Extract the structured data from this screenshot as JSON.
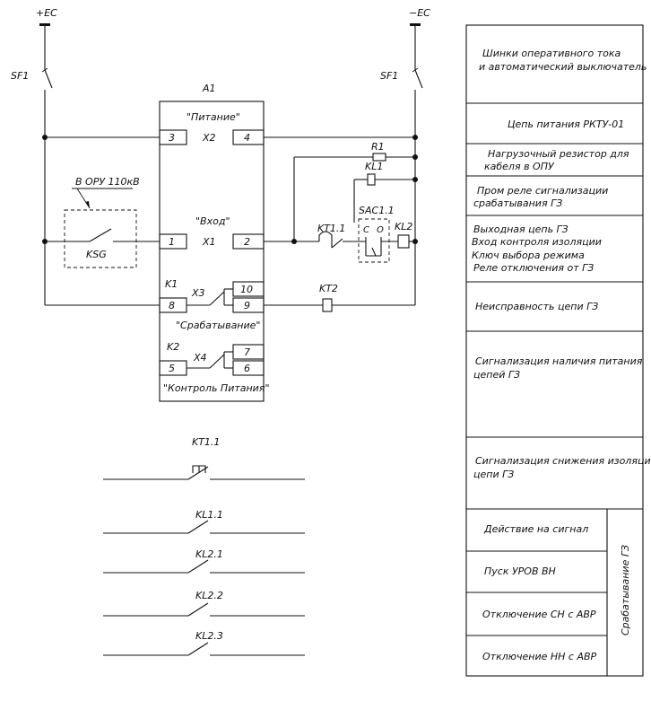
{
  "bus": {
    "plus": "+EC",
    "minus": "−EC"
  },
  "breakers": {
    "left": "SF1",
    "right": "SF1"
  },
  "device": {
    "name": "A1",
    "power_label": "\"Питание\"",
    "input_label": "\"Вход\"",
    "trip_label": "\"Срабатывание\"",
    "monitor_label": "\"Контроль Питания\"",
    "x2": "X2",
    "x1": "X1",
    "x3": "X3",
    "x4": "X4",
    "k1": "K1",
    "k2": "K2",
    "t3": "3",
    "t4": "4",
    "t1": "1",
    "t2": "2",
    "t8": "8",
    "t9": "9",
    "t10": "10",
    "t5": "5",
    "t6": "6",
    "t7": "7"
  },
  "components": {
    "ksg_zone": "В ОРУ 110кВ",
    "ksg": "KSG",
    "r1": "R1",
    "kl1": "KL1",
    "sac": "SAC1.1",
    "sac_c": "C",
    "sac_o": "O",
    "kt11": "KT1.1",
    "kl2": "KL2",
    "kt2": "KT2"
  },
  "contacts": [
    "KT1.1",
    "KL1.1",
    "KL2.1",
    "KL2.2",
    "KL2.3"
  ],
  "table": {
    "rows": [
      [
        "Шинки оперативного тока",
        "и автоматический выключатель"
      ],
      [
        "Цепь питания РКТУ-01"
      ],
      [
        "Нагрузочный резистор для",
        "кабеля в ОПУ"
      ],
      [
        "Пром реле сигнализации",
        "срабатывания ГЗ"
      ],
      [
        "Выходная цепь ГЗ",
        "Вход контроля изоляции",
        "Ключ выбора режима",
        "Реле отключения от ГЗ"
      ],
      [
        "Неисправность цепи ГЗ"
      ],
      [
        "Сигнализация наличия питания",
        "цепей ГЗ"
      ],
      [
        "Сигнализация снижения изоляции",
        "цепи ГЗ"
      ]
    ],
    "sub_rows": [
      "Действие на сигнал",
      "Пуск УРОВ ВН",
      "Отключение СН с АВР",
      "Отключение НН с АВР"
    ],
    "group_label": "Срабатывание ГЗ"
  }
}
